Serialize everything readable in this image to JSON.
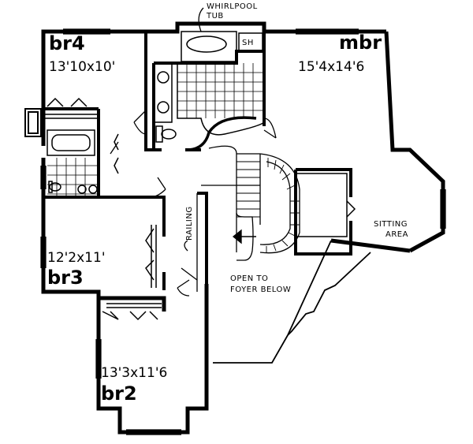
{
  "rooms": {
    "br4": {
      "name": "br4",
      "dims": "13'10x10'"
    },
    "mbr": {
      "name": "mbr",
      "dims": "15'4x14'6"
    },
    "br3": {
      "name": "br3",
      "dims": "12'2x11'"
    },
    "br2": {
      "name": "br2",
      "dims": "13'3x11'6"
    }
  },
  "labels": {
    "whirlpool_line1": "WHIRLPOOL",
    "whirlpool_line2": "TUB",
    "shower": "SH",
    "sitting_line1": "SITTING",
    "sitting_line2": "AREA",
    "railing": "RAILING",
    "open_line1": "OPEN TO",
    "open_line2": "FOYER BELOW"
  }
}
